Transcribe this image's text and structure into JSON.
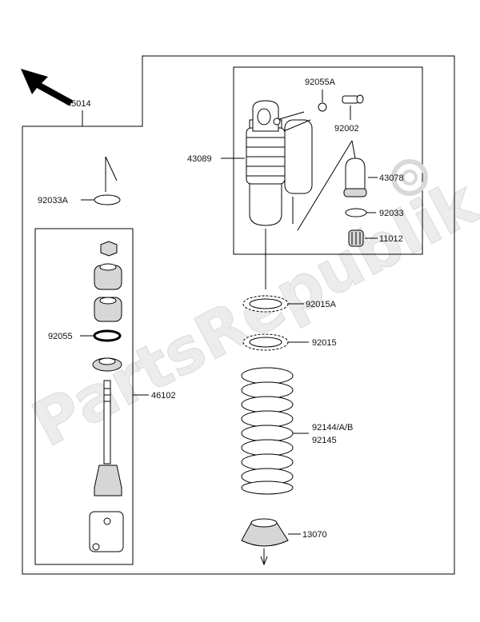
{
  "watermark": "PartsRepublik",
  "parts": {
    "p45014": "45014",
    "p92055A": "92055A",
    "p92002": "92002",
    "p43089": "43089",
    "p43078": "43078",
    "p92033A": "92033A",
    "p92033": "92033",
    "p11012": "11012",
    "p92015A": "92015A",
    "p92055": "92055",
    "p92015": "92015",
    "p46102": "46102",
    "p92144": "92144/A/B",
    "p92145": "92145",
    "p13070": "13070"
  },
  "icons": {
    "direction": "front-arrow-icon",
    "brand": "gear-icon"
  }
}
